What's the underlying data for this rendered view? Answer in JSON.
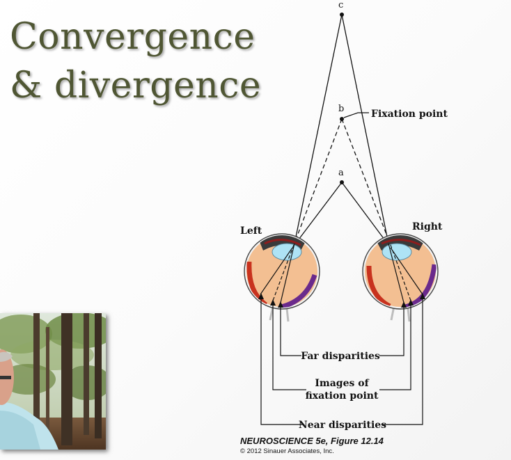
{
  "slide": {
    "title_line1": "Convergence",
    "title_line2": "& divergence"
  },
  "diagram": {
    "point_c": "c",
    "point_b": "b",
    "point_a": "a",
    "fixation_label": "Fixation point",
    "left_eye_label": "Left",
    "right_eye_label": "Right",
    "far_disparities": "Far disparities",
    "images_line1": "Images of",
    "images_line2": "fixation point",
    "near_disparities": "Near disparities"
  },
  "caption": {
    "figure": "NEUROSCIENCE 5e, Figure 12.14",
    "copyright": "© 2012 Sinauer Associates, Inc."
  },
  "colors": {
    "title": "#4f5633",
    "eye_fill": "#f3bf92",
    "retina_red": "#c8321e",
    "retina_purple": "#6a2a8c",
    "lens": "#aee3f5"
  },
  "video": {
    "icon": "webcam-presenter-video"
  }
}
